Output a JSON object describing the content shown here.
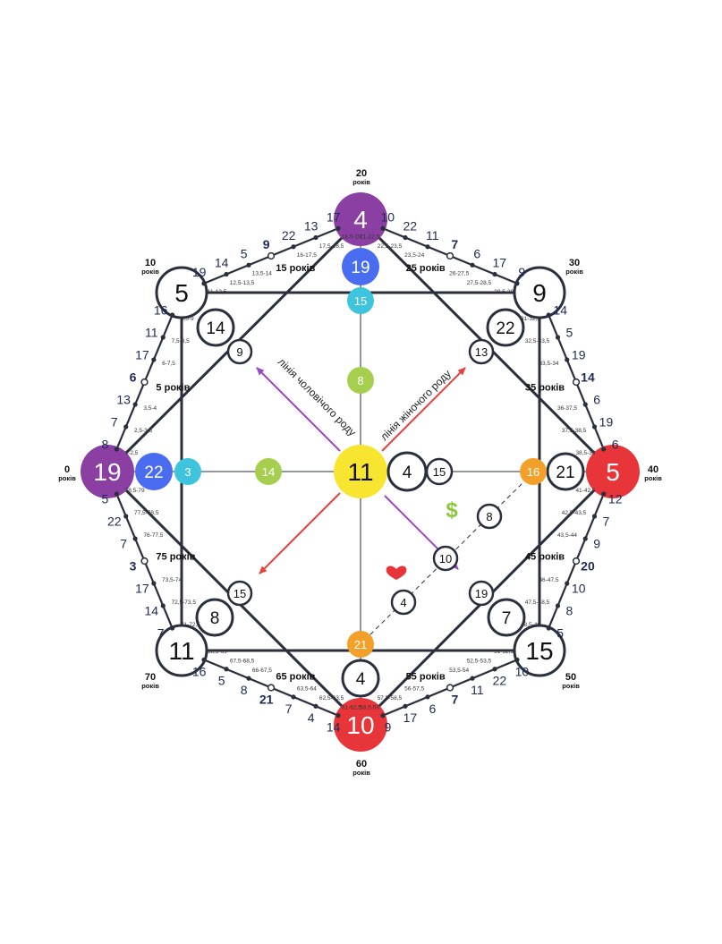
{
  "outer": {
    "top": "4",
    "right": "5",
    "bottom": "10",
    "left": "19",
    "top_left": "5",
    "top_right": "9",
    "bottom_right": "15",
    "bottom_left": "11",
    "top_2": "19",
    "top_3": "15",
    "top_4": "8",
    "left_2": "22",
    "left_3": "3",
    "left_4": "14",
    "right_2": "21",
    "right_3": "16",
    "bottom_2": "4",
    "bottom_3": "21",
    "tl_2": "14",
    "tl_3": "9",
    "tr_2": "22",
    "tr_3": "13",
    "br_2": "7",
    "br_3": "19",
    "bl_2": "8",
    "bl_3": "15",
    "center": "11",
    "center_r1": "4",
    "center_r2": "15",
    "money_1": "8",
    "money_2": "10",
    "love_1": "4",
    "money_icon": "dollar-sign",
    "love_icon": "heart"
  },
  "lines": {
    "male": "лінія чоловічого роду",
    "female": "лінія жіночого роду"
  },
  "years": {
    "y0": "0",
    "y10": "10",
    "y20": "20",
    "y30": "30",
    "y40": "40",
    "y50": "50",
    "y60": "60",
    "y70": "70",
    "unit": "років",
    "y5": "5 років",
    "y15": "15 років",
    "y25": "25 років",
    "y35": "35 років",
    "y45": "45 років",
    "y55": "55 років",
    "y65": "65 років",
    "y75": "75 років"
  },
  "seg_0_10": {
    "n": [
      "8",
      "7",
      "13",
      "6",
      "17",
      "11",
      "16"
    ],
    "a": [
      "1-2,5",
      "2,5-3,5",
      "3,5-4",
      "6-7,5",
      "7,5-8,5",
      "8,5-9"
    ]
  },
  "seg_10_20": {
    "n": [
      "19",
      "14",
      "5",
      "9",
      "22",
      "13",
      "17"
    ],
    "a": [
      "11-12,5",
      "12,5-13,5",
      "13,5-14",
      "16-17,5",
      "17,5-18,5",
      "18,5-19"
    ]
  },
  "seg_20_30": {
    "n": [
      "10",
      "22",
      "11",
      "7",
      "6",
      "17",
      "9"
    ],
    "a": [
      "21-22,5",
      "22,5-23,5",
      "23,5-24",
      "26-27,5",
      "27,5-28,5",
      "28,5-29"
    ]
  },
  "seg_30_40": {
    "n": [
      "14",
      "5",
      "19",
      "14",
      "6",
      "19",
      "6"
    ],
    "a": [
      "31-32,5",
      "32,5-33,5",
      "33,5-34",
      "36-37,5",
      "37,5-38,5",
      "38,5-39"
    ]
  },
  "seg_40_50": {
    "n": [
      "12",
      "7",
      "9",
      "20",
      "10",
      "8",
      "5"
    ],
    "a": [
      "41-42,5",
      "42,5-43,5",
      "43,5-44",
      "46-47,5",
      "47,5-48,5",
      "48,5-49"
    ]
  },
  "seg_50_60": {
    "n": [
      "10",
      "22",
      "11",
      "7",
      "6",
      "17",
      "9"
    ],
    "a": [
      "51-52,5",
      "52,5-53,5",
      "53,5-54",
      "56-57,5",
      "57,5-58,5",
      "58,5-59"
    ]
  },
  "seg_60_70": {
    "n": [
      "14",
      "4",
      "7",
      "21",
      "8",
      "5",
      "16"
    ],
    "a": [
      "61-62,5",
      "62,5-63,5",
      "63,5-64",
      "66-67,5",
      "67,5-68,5",
      "68,5-69"
    ]
  },
  "seg_70_80": {
    "n": [
      "7",
      "14",
      "17",
      "3",
      "7",
      "22",
      "5"
    ],
    "a": [
      "71-72,5",
      "72,5-73,5",
      "73,5-74",
      "76-77,5",
      "77,5-78,5",
      "78,5-79"
    ]
  },
  "colors": {
    "purple": "#8b3fa3",
    "red": "#e8353a",
    "blue": "#4a6cf0",
    "cyan": "#3fc4dd",
    "green": "#a6cf4f",
    "yellow": "#f7e52f",
    "orange": "#f3a02a",
    "line": "#2a2f3d",
    "male_line": "#9a4bc0",
    "female_line": "#e8403a",
    "number": "#1c2a55"
  }
}
